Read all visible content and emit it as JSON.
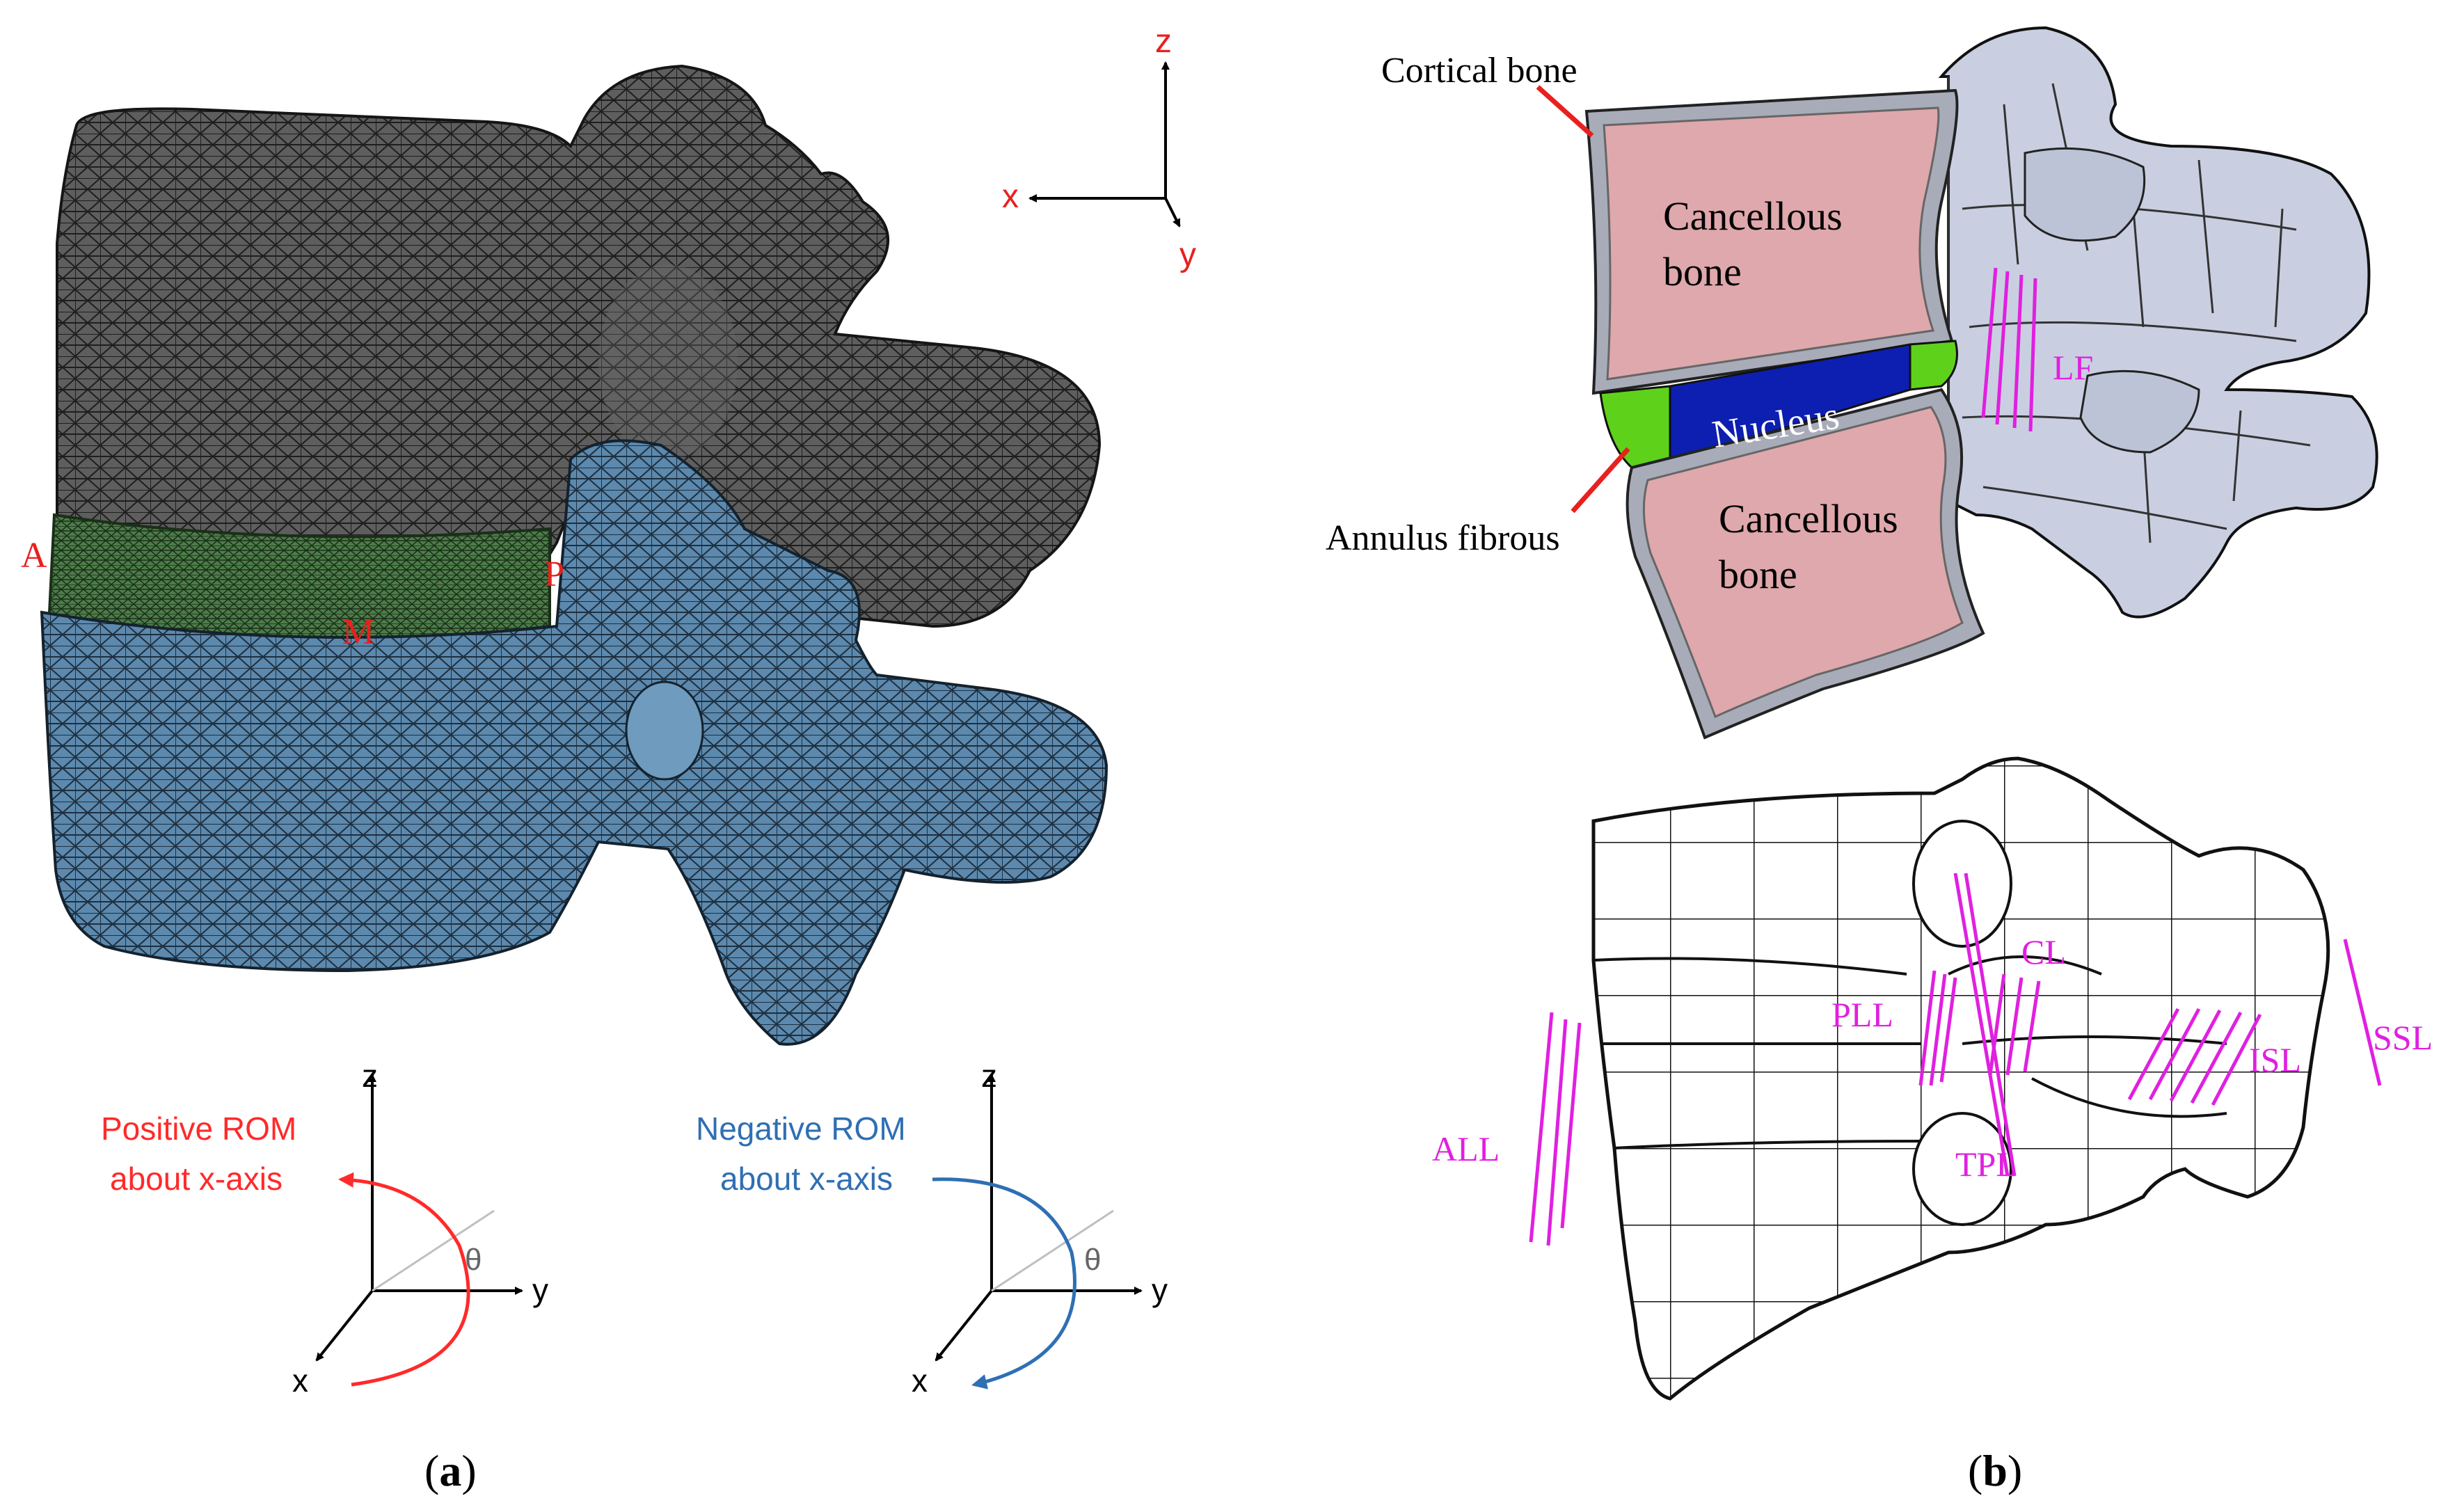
{
  "panel_a": {
    "axes": {
      "z": "z",
      "x": "x",
      "y": "y"
    },
    "markers": {
      "anterior": "A",
      "posterior": "P",
      "middle": "M"
    },
    "positive_rom": {
      "line1": "Positive ROM",
      "line2": "about x-axis",
      "z": "z",
      "y": "y",
      "x": "x",
      "theta": "θ"
    },
    "negative_rom": {
      "line1": "Negative ROM",
      "line2": "about x-axis",
      "z": "z",
      "y": "y",
      "x": "x",
      "theta": "θ"
    },
    "caption_open": "(",
    "caption_letter": "a",
    "caption_close": ")"
  },
  "panel_b": {
    "cortical_bone": "Cortical bone",
    "cancellous_upper_1": "Cancellous",
    "cancellous_upper_2": "bone",
    "nucleus": "Nucleus",
    "cancellous_lower_1": "Cancellous",
    "cancellous_lower_2": "bone",
    "annulus_fibrous": "Annulus fibrous",
    "ligaments": {
      "lf": "LF",
      "cl": "CL",
      "pll": "PLL",
      "isl": "ISL",
      "ssl": "SSL",
      "all": "ALL",
      "tpl": "TPL"
    },
    "caption_open": "(",
    "caption_letter": "b",
    "caption_close": ")"
  },
  "colors": {
    "red_text": "#e8201e",
    "rom_positive": "#ff2a2a",
    "rom_negative": "#2f6fb3",
    "ligament": "#e020e0",
    "upper_vertebra": "#5e5e5e",
    "lower_vertebra": "#5c89ad",
    "disc_green": "#4d7d4a",
    "cancellous": "#dfa8ac",
    "nucleus": "#0d1fb0",
    "annulus": "#5ed21a",
    "posterior_elements": "#c9cfe0"
  }
}
